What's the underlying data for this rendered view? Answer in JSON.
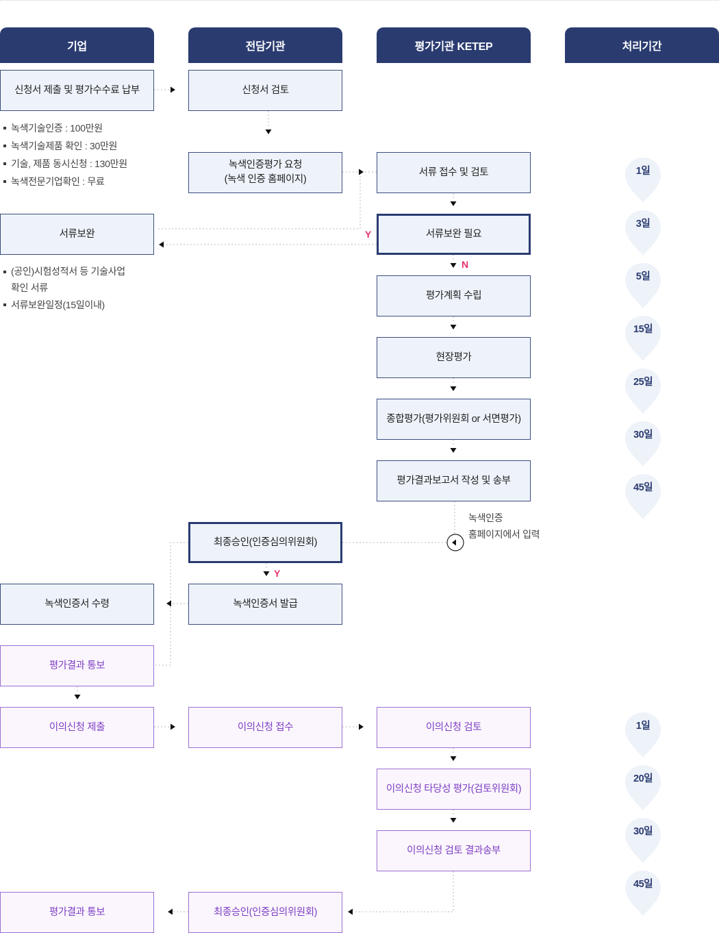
{
  "headers": {
    "company": "기업",
    "agency": "전담기관",
    "evaluator": "평가기관 KETEP",
    "period": "처리기간"
  },
  "boxes": {
    "apply": "신청서 제출 및 평가수수료 납부",
    "review_app": "신청서 검토",
    "cert_request": "녹색인증평가 요청\n(녹색 인증 홈페이지)",
    "doc_receive": "서류 접수 및 검토",
    "doc_supplement": "서류보완",
    "doc_need": "서류보완 필요",
    "eval_plan": "평가계획 수립",
    "site_eval": "현장평가",
    "total_eval": "종합평가(평가위원회 or 서면평가)",
    "report_send": "평가결과보고서 작성 및 송부",
    "final_approve": "최종승인(인증심의위원회)",
    "cert_issue": "녹색인증서 발급",
    "cert_receive": "녹색인증서 수령",
    "result_notice": "평가결과 통보",
    "objection_submit": "이의신청 제출",
    "objection_receive": "이의신청 접수",
    "objection_review": "이의신청 검토",
    "objection_validity": "이의신청 타당성 평가(검토위원회)",
    "objection_result": "이의신청 검토 결과송부",
    "final_approve_2": "최종승인(인증심의위원회)",
    "result_notice_2": "평가결과 통보"
  },
  "fee_notes": [
    "녹색기술인증 : 100만원",
    "녹색기술제품 확인 : 30만원",
    "기술, 제품 동시신청 : 130만원",
    "녹색전문기업확인 : 무료"
  ],
  "supplement_notes": {
    "item1_line1": "(공인)시험성적서 등 기술사업",
    "item1_line2": "확인 서류",
    "item2": "서류보완일정(15일이내)"
  },
  "labels": {
    "yes": "Y",
    "no": "N",
    "homepage_input": "녹색인증\n홈페이지에서 입력"
  },
  "periods_main": [
    "1일",
    "3일",
    "5일",
    "15일",
    "25일",
    "30일",
    "45일"
  ],
  "periods_objection": [
    "1일",
    "20일",
    "30일",
    "45일"
  ],
  "colors": {
    "header": "#2a3b70",
    "main_box_fill": "#eef3fb",
    "main_box_border": "#3b4c80",
    "objection_box_fill": "#fbf6fd",
    "objection_box_border": "#9b6fd1",
    "objection_text": "#7e3fc4",
    "yes_no": "#e5326a",
    "pin": "#eef2f9"
  }
}
